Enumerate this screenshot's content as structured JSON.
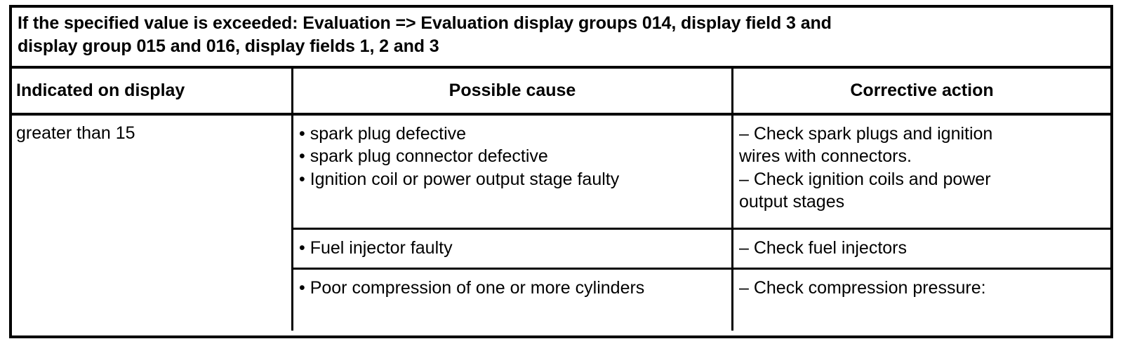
{
  "note": {
    "line1": "If the specified value is exceeded: Evaluation => Evaluation display groups 014, display field 3 and",
    "line2": "display group 015 and 016, display fields 1, 2 and 3"
  },
  "table": {
    "headers": {
      "indicated": "Indicated on display",
      "cause": "Possible cause",
      "action": "Corrective action"
    },
    "indicated_value": "greater than 15",
    "rows": [
      {
        "causes": [
          "• spark plug defective",
          "• spark plug connector defective",
          "• Ignition coil or power output stage faulty"
        ],
        "actions": [
          "– Check spark plugs and ignition",
          "wires with connectors.",
          "– Check ignition coils and power",
          "output stages"
        ]
      },
      {
        "causes": [
          "• Fuel injector faulty"
        ],
        "actions": [
          "– Check fuel injectors"
        ]
      },
      {
        "causes": [
          "• Poor compression of one or more cylinders"
        ],
        "actions": [
          "– Check compression pressure:"
        ]
      }
    ]
  },
  "colors": {
    "border": "#000000",
    "text": "#000000",
    "background": "#ffffff"
  }
}
